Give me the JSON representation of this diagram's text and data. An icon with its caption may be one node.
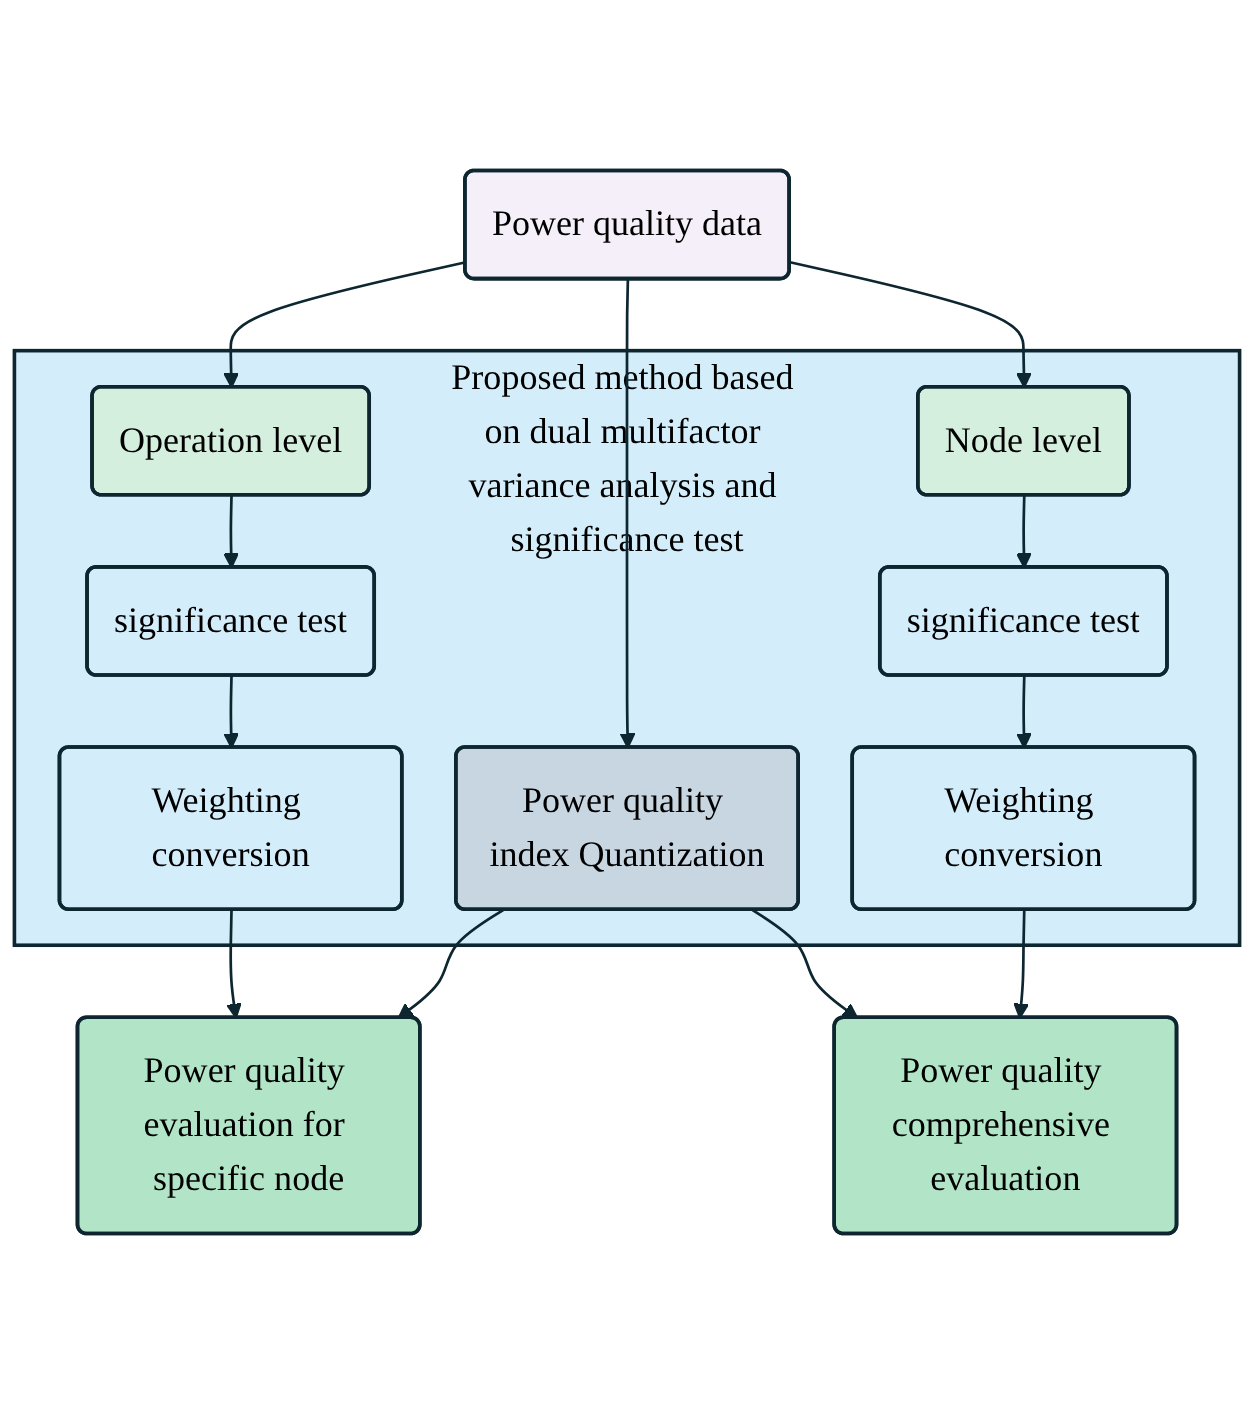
{
  "diagram": {
    "nodes": [
      {
        "text": [
          "Power quality data"
        ]
      },
      {
        "text": [
          "Proposed method based on dual multifactor variance analysis and significance test"
        ]
      },
      {
        "text": [
          "Operation level"
        ],
        "in": 1
      },
      {
        "text": [
          "Power quality index Quantization"
        ],
        "in": 1
      },
      {
        "text": [
          "Node level"
        ],
        "in": 1
      },
      {
        "text": [
          "significance test"
        ],
        "in": 1
      },
      {
        "text": [
          "significance test"
        ],
        "in": 1
      },
      {
        "text": [
          "Weighting conversion"
        ],
        "in": 1
      },
      {
        "text": [
          "Weighting conversion"
        ],
        "in": 1
      },
      {
        "text": [
          "Power quality evaluation for specific node"
        ]
      },
      {
        "text": [
          "Power quality comprehensive evaluation"
        ]
      }
    ],
    "edges": [
      {
        "from": 0,
        "to": 2,
        "arrow": "to"
      },
      {
        "from": 0,
        "to": 3,
        "arrow": "to"
      },
      {
        "from": 0,
        "to": 4,
        "arrow": "to"
      },
      {
        "from": 2,
        "to": 5,
        "arrow": "to"
      },
      {
        "from": 4,
        "to": 6,
        "arrow": "to"
      },
      {
        "from": 5,
        "to": 7,
        "arrow": "to"
      },
      {
        "from": 6,
        "to": 8,
        "arrow": "to"
      },
      {
        "from": 7,
        "to": 9,
        "arrow": "to"
      },
      {
        "from": 3,
        "to": 9,
        "arrow": "to"
      },
      {
        "from": 3,
        "to": 10,
        "arrow": "to"
      },
      {
        "from": 8,
        "to": 10,
        "arrow": "to"
      }
    ]
  }
}
